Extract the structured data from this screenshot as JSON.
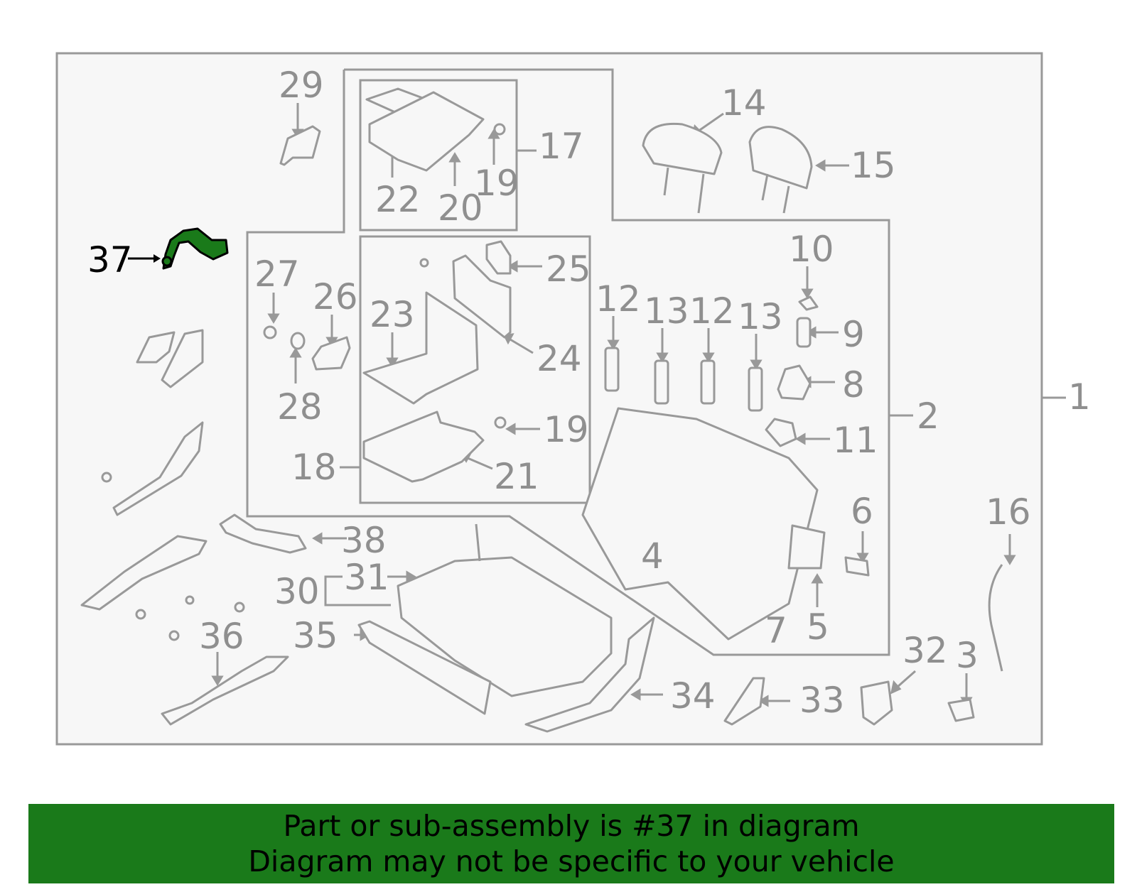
{
  "diagram": {
    "highlighted_part": "37",
    "colors": {
      "line": "#999999",
      "label": "#8f8f8f",
      "highlight": "#1a7a1a",
      "highlight_label": "#000000",
      "panel": "#f7f7f7"
    },
    "callouts": [
      "1",
      "2",
      "3",
      "4",
      "5",
      "6",
      "7",
      "8",
      "9",
      "10",
      "11",
      "12",
      "13",
      "12",
      "13",
      "14",
      "15",
      "16",
      "17",
      "18",
      "19",
      "19",
      "20",
      "21",
      "22",
      "23",
      "24",
      "25",
      "26",
      "27",
      "28",
      "29",
      "30",
      "31",
      "32",
      "33",
      "34",
      "35",
      "36",
      "37",
      "38"
    ]
  },
  "banner": {
    "line1": "Part or sub-assembly is #37 in diagram",
    "line2": "Diagram may not be specific to your vehicle",
    "background": "#1a7a1a"
  }
}
